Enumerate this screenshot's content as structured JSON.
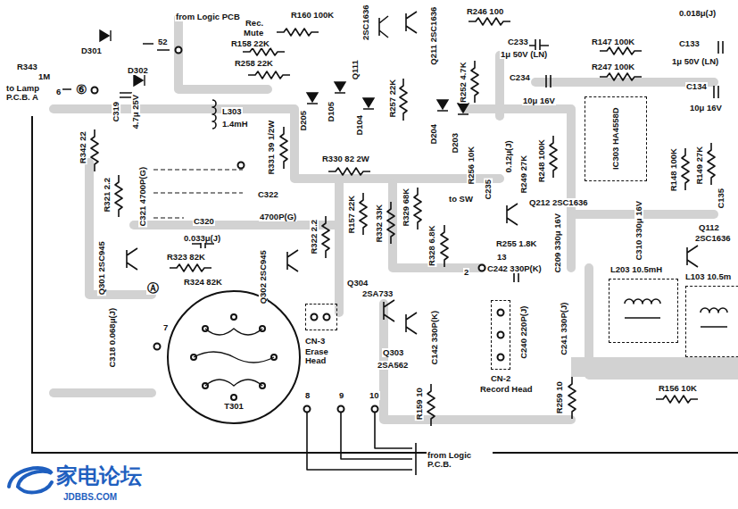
{
  "diagram": {
    "nodes": [
      {
        "text": [
          "IC303 HA4558D"
        ]
      },
      {
        "text": [
          "L203 10.5mH"
        ]
      },
      {
        "text": [
          "L103 10.5m"
        ]
      },
      {
        "text": [
          "T301"
        ]
      },
      {
        "text": [
          "CN-3",
          "Erase Head"
        ]
      },
      {
        "text": [
          "CN-2",
          "Record Head"
        ]
      }
    ],
    "labels": [
      "from Logic PCB",
      "Rec.",
      "Mute",
      "52",
      "R160 100K",
      "2SC1636",
      "Q111",
      "Q211 2SC1636",
      "R246 100",
      "0.018μ(J)",
      "R158 22K",
      "D301",
      "R343",
      "1M",
      "D302",
      "to Lamp P.C.B. A",
      "6",
      "⑥",
      "R258 22K",
      "C233",
      "1μ 50V (LN)",
      "R147 100K",
      "C133",
      "1μ 50V (LN)",
      "R247 100K",
      "C234",
      "10μ 16V",
      "C134",
      "10μ 16V",
      "R252 4.7K",
      "R257 22K",
      "D205",
      "D105",
      "D104",
      "D204",
      "D203",
      "C319",
      "4.7μ 25V",
      "L303",
      "1.4mH",
      "R342 22",
      "R331 39 1/2W",
      "R330 82 2W",
      "R256 10K",
      "0.12μ(J)",
      "C235",
      "R249 27K",
      "R248 100K",
      "R148 100K",
      "R149 27K",
      "C135",
      "R321 2.2",
      "C321 4700P(G)",
      "C322",
      "4700P(G)",
      "C320",
      "0.033μ(J)",
      "R322 2.2",
      "R157 22K",
      "R332 33K",
      "R329 68K",
      "R328 6.8K",
      "to SW",
      "Q212 2SC1636",
      "C209 330μ 16V",
      "C310 330μ 16V",
      "Q112",
      "2SC1636",
      "R255 1.8K",
      "13",
      "2",
      "Q301 2SC945",
      "R323 82K",
      "Q302 2SC945",
      "Q304",
      "2SA733",
      "R324 82K",
      "C242 330P(K)",
      "Ⓐ",
      "7",
      "C318 0.068μ(J)",
      "C142 330P(K)",
      "C240 220P(J)",
      "C241 330P(J)",
      "Q303",
      "2SA562",
      "R159 10",
      "R259 10",
      "R156 10K",
      "8",
      "9",
      "10",
      "from Logic P.C.B.",
      "家电论坛",
      "JDBBS.COM"
    ]
  }
}
